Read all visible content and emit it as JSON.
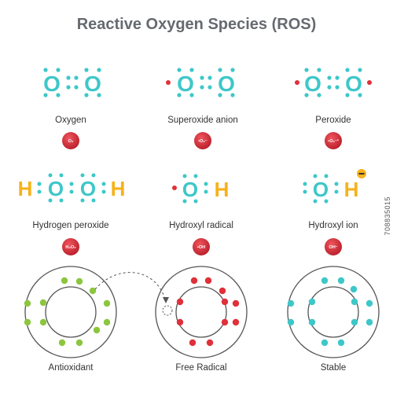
{
  "title": "Reactive Oxygen Species (ROS)",
  "species": [
    {
      "name": "Oxygen",
      "formula": "O₂"
    },
    {
      "name": "Superoxide anion",
      "formula": "•O₂⁻"
    },
    {
      "name": "Peroxide",
      "formula": "•O₂⁻²"
    },
    {
      "name": "Hydrogen peroxide",
      "formula": "H₂O₂"
    },
    {
      "name": "Hydroxyl radical",
      "formula": "•OH"
    },
    {
      "name": "Hydroxyl ion",
      "formula": "OH⁻"
    }
  ],
  "atoms": [
    {
      "name": "Antioxidant"
    },
    {
      "name": "Free Radical"
    },
    {
      "name": "Stable"
    }
  ],
  "stock_id": "708835015",
  "colors": {
    "oxygen": "#3ec7c9",
    "hydrogen": "#f6b21c",
    "red_dot": "#e0303a",
    "badge": "#d62a36",
    "green": "#8cc63f",
    "orbit": "#555555",
    "title": "#666a70"
  }
}
